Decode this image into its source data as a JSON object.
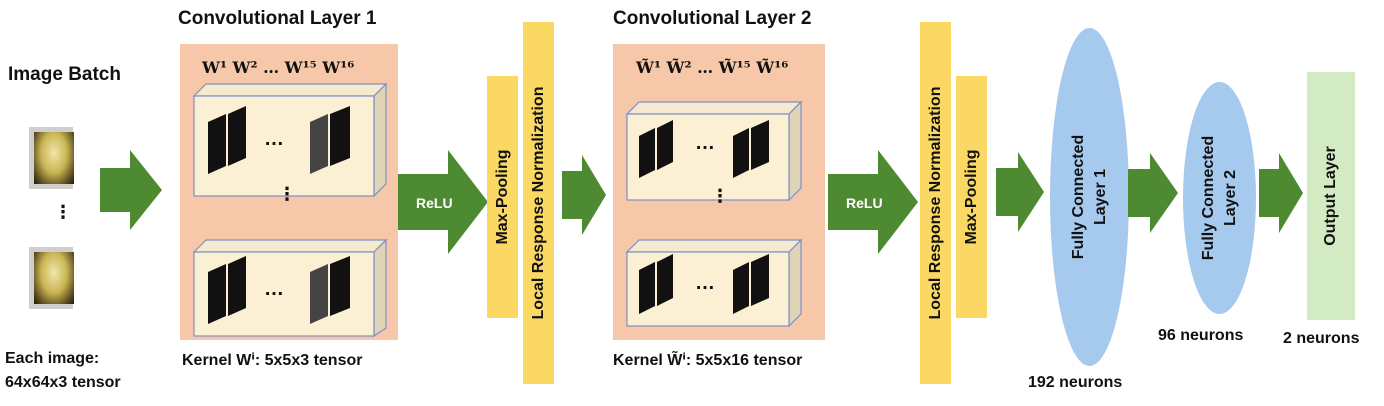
{
  "input": {
    "title": "Image Batch",
    "caption_line1": "Each image:",
    "caption_line2": "64x64x3 tensor",
    "vdots": "⋮"
  },
  "conv1": {
    "title": "Convolutional Layer 1",
    "weights": "W¹ W² … W¹⁵ W¹⁶",
    "kernel_caption": "Kernel Wⁱ: 5x5x3 tensor",
    "hdots": "…",
    "vdots": "⋮"
  },
  "relu1": {
    "label": "ReLU"
  },
  "maxpool1": {
    "label": "Max-Pooling"
  },
  "lrn1": {
    "label": "Local Response Normalization"
  },
  "conv2": {
    "title": "Convolutional Layer 2",
    "weights": "W̃¹ W̃² … W̃¹⁵ W̃¹⁶",
    "kernel_caption": "Kernel W̃ⁱ: 5x5x16 tensor",
    "hdots": "…",
    "vdots": "⋮"
  },
  "relu2": {
    "label": "ReLU"
  },
  "lrn2": {
    "label": "Local Response Normalization"
  },
  "maxpool2": {
    "label": "Max-Pooling"
  },
  "fc1": {
    "line1": "Fully Connected",
    "line2": "Layer 1",
    "neurons": "192 neurons"
  },
  "fc2": {
    "line1": "Fully Connected",
    "line2": "Layer 2",
    "neurons": "96 neurons"
  },
  "output": {
    "label": "Output Layer",
    "neurons": "2 neurons"
  },
  "colors": {
    "panel": "#f6c8a9",
    "bar": "#fad863",
    "ellipse": "#a6c9ee",
    "output": "#d3ebc3",
    "arrow": "#4e8a32",
    "box_front": "#fbf0d4",
    "box_side": "#dfd4b6"
  }
}
